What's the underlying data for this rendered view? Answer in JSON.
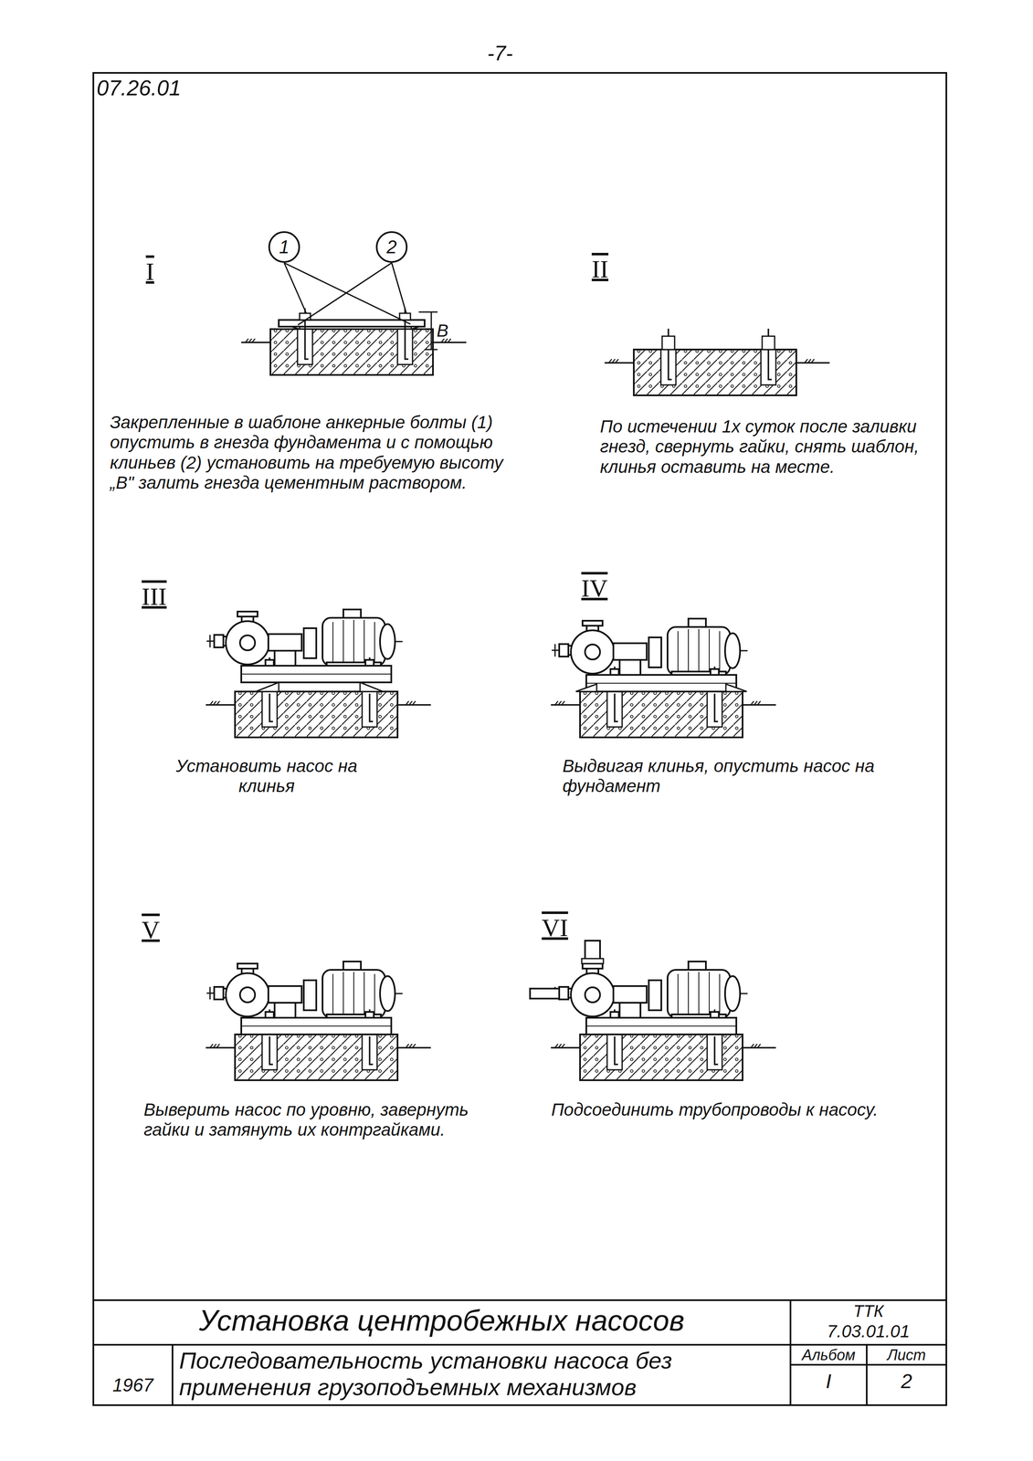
{
  "diagram": {
    "nodes": [
      {
        "text": [
          "1"
        ]
      },
      {
        "text": [
          "2"
        ]
      }
    ],
    "labels": [
      "-7-",
      "07.26.01",
      "I",
      "В",
      "Закрепленные в шаблоне анкерные болты (1) опустить в гнезда фундамента и с помощью клиньев (2) установить на требуемую высоту „В\" залить гнезда цементным раствором.",
      "II",
      "По истечении 1х суток после заливки гнезд, свернуть гайки, снять шаблон, клинья оставить на месте.",
      "III",
      "Установить насос на клинья",
      "IV",
      "Выдвигая клинья, опустить насос на фундамент",
      "V",
      "Выверить насос по уровню, завернуть гайки и затянуть их контргайками.",
      "VI",
      "Подсоединить трубопроводы к насосу.",
      "Установка центробежных насосов",
      "ТТК",
      "7.03.01.01",
      "1967",
      "Последовательность установки насоса без применения грузоподъемных механизмов",
      "Альбом",
      "Лист",
      "I",
      "2"
    ]
  }
}
